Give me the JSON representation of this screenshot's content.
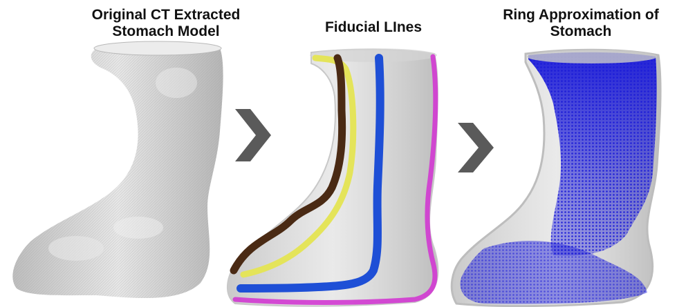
{
  "panels": [
    {
      "title_line1": "Original CT Extracted",
      "title_line2": "Stomach Model"
    },
    {
      "title_line1": "Fiducial LInes"
    },
    {
      "title_line1": "Ring Approximation of",
      "title_line2": "Stomach"
    }
  ],
  "colors": {
    "model_gray": "#d9d9d9",
    "model_shadow": "#a9a9a9",
    "arrow": "#5a5a5a",
    "fiducial_brown": "#4a2a14",
    "fiducial_yellow": "#e4e45a",
    "fiducial_blue": "#1e4fd6",
    "fiducial_magenta": "#d238d2",
    "ring_blue": "#1a1ad8"
  },
  "icons": [
    "chevron-right-icon",
    "chevron-right-icon"
  ]
}
